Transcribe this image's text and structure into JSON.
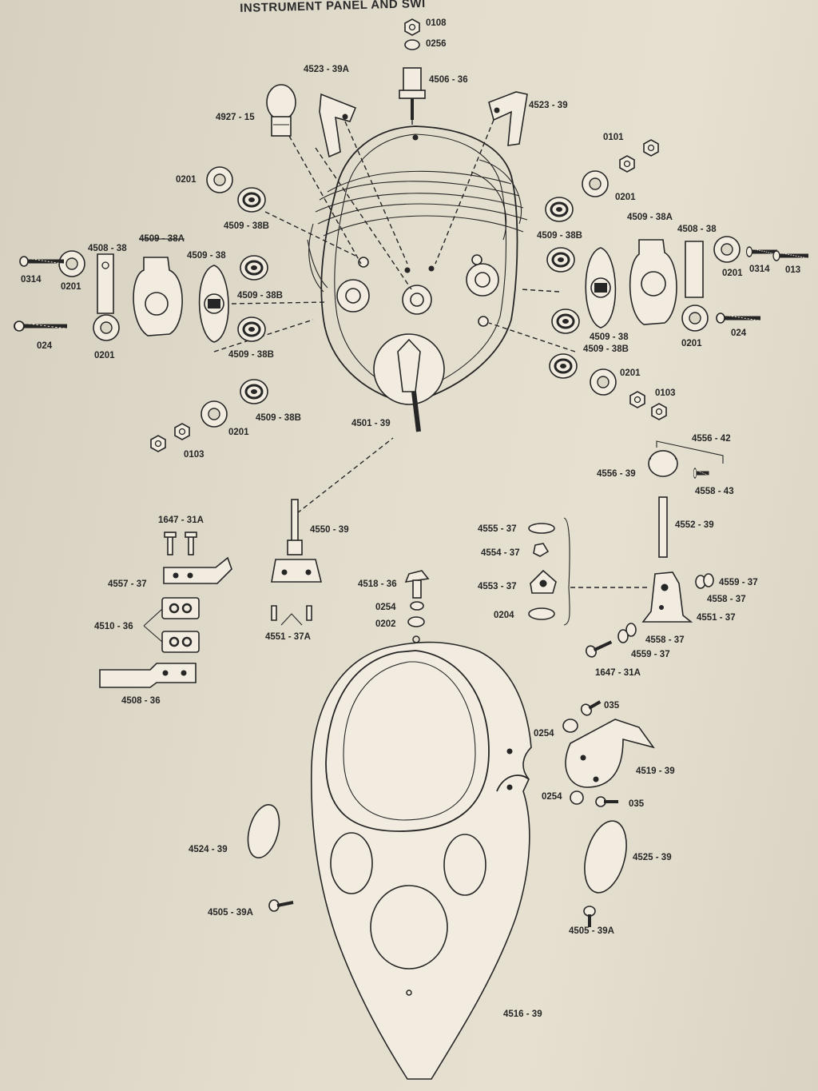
{
  "title": "INSTRUMENT PANEL AND SWI",
  "labels": [
    {
      "id": "l0108",
      "text": "0108"
    },
    {
      "id": "l0256",
      "text": "0256"
    },
    {
      "id": "l4523_39A",
      "text": "4523 - 39A"
    },
    {
      "id": "l4506_36",
      "text": "4506 - 36"
    },
    {
      "id": "l4523_39",
      "text": "4523 - 39"
    },
    {
      "id": "l4927_15",
      "text": "4927 - 15"
    },
    {
      "id": "l0101",
      "text": "0101"
    },
    {
      "id": "l0201_a",
      "text": "0201"
    },
    {
      "id": "l0201_b",
      "text": "0201"
    },
    {
      "id": "l4509_38B_a",
      "text": "4509 - 38B"
    },
    {
      "id": "l4509_38A_r",
      "text": "4509 - 38A"
    },
    {
      "id": "l4508_38_r",
      "text": "4508 - 38"
    },
    {
      "id": "l4509_38B_b",
      "text": "4509 - 38B"
    },
    {
      "id": "l4508_38_l",
      "text": "4508 - 38"
    },
    {
      "id": "l4509_38A_l",
      "text": "4509 - 38A"
    },
    {
      "id": "l4509_38_l",
      "text": "4509 - 38"
    },
    {
      "id": "l0314_l",
      "text": "0314"
    },
    {
      "id": "l0201_c",
      "text": "0201"
    },
    {
      "id": "l4509_38B_c",
      "text": "4509 - 38B"
    },
    {
      "id": "l0201_d",
      "text": "0201"
    },
    {
      "id": "l0314_r",
      "text": "0314"
    },
    {
      "id": "l013",
      "text": "013"
    },
    {
      "id": "l024_l",
      "text": "024"
    },
    {
      "id": "l0201_e",
      "text": "0201"
    },
    {
      "id": "l4509_38B_d",
      "text": "4509 - 38B"
    },
    {
      "id": "l4509_38_r",
      "text": "4509 - 38"
    },
    {
      "id": "l4509_38B_e",
      "text": "4509 - 38B"
    },
    {
      "id": "l0201_f",
      "text": "0201"
    },
    {
      "id": "l024_r",
      "text": "024"
    },
    {
      "id": "l0201_g",
      "text": "0201"
    },
    {
      "id": "l0103_r",
      "text": "0103"
    },
    {
      "id": "l4509_38B_f",
      "text": "4509 - 38B"
    },
    {
      "id": "l4501_39",
      "text": "4501 - 39"
    },
    {
      "id": "l0201_h",
      "text": "0201"
    },
    {
      "id": "l0103_l",
      "text": "0103"
    },
    {
      "id": "l4556_42",
      "text": "4556 - 42"
    },
    {
      "id": "l4556_39",
      "text": "4556 - 39"
    },
    {
      "id": "l4558_43",
      "text": "4558 - 43"
    },
    {
      "id": "l1647_31A_t",
      "text": "1647 - 31A"
    },
    {
      "id": "l4550_39",
      "text": "4550 - 39"
    },
    {
      "id": "l4555_37",
      "text": "4555 - 37"
    },
    {
      "id": "l4552_39",
      "text": "4552 - 39"
    },
    {
      "id": "l4554_37",
      "text": "4554 - 37"
    },
    {
      "id": "l4557_37",
      "text": "4557 - 37"
    },
    {
      "id": "l4518_36",
      "text": "4518 - 36"
    },
    {
      "id": "l4553_37",
      "text": "4553 - 37"
    },
    {
      "id": "l4559_37_a",
      "text": "4559 - 37"
    },
    {
      "id": "l4558_37_a",
      "text": "4558 - 37"
    },
    {
      "id": "l0254_a",
      "text": "0254"
    },
    {
      "id": "l0204",
      "text": "0204"
    },
    {
      "id": "l4551_37",
      "text": "4551 - 37"
    },
    {
      "id": "l0202",
      "text": "0202"
    },
    {
      "id": "l4510_36",
      "text": "4510 - 36"
    },
    {
      "id": "l4551_37A",
      "text": "4551 - 37A"
    },
    {
      "id": "l4558_37_b",
      "text": "4558 - 37"
    },
    {
      "id": "l4559_37_b",
      "text": "4559 - 37"
    },
    {
      "id": "l1647_31A_b",
      "text": "1647 - 31A"
    },
    {
      "id": "l4508_36",
      "text": "4508 - 36"
    },
    {
      "id": "l035_a",
      "text": "035"
    },
    {
      "id": "l0254_b",
      "text": "0254"
    },
    {
      "id": "l4519_39",
      "text": "4519 - 39"
    },
    {
      "id": "l0254_c",
      "text": "0254"
    },
    {
      "id": "l035_b",
      "text": "035"
    },
    {
      "id": "l4524_39",
      "text": "4524 - 39"
    },
    {
      "id": "l4525_39",
      "text": "4525 - 39"
    },
    {
      "id": "l4505_39A_l",
      "text": "4505 - 39A"
    },
    {
      "id": "l4505_39A_r",
      "text": "4505 - 39A"
    },
    {
      "id": "l4516_39",
      "text": "4516 - 39"
    }
  ]
}
